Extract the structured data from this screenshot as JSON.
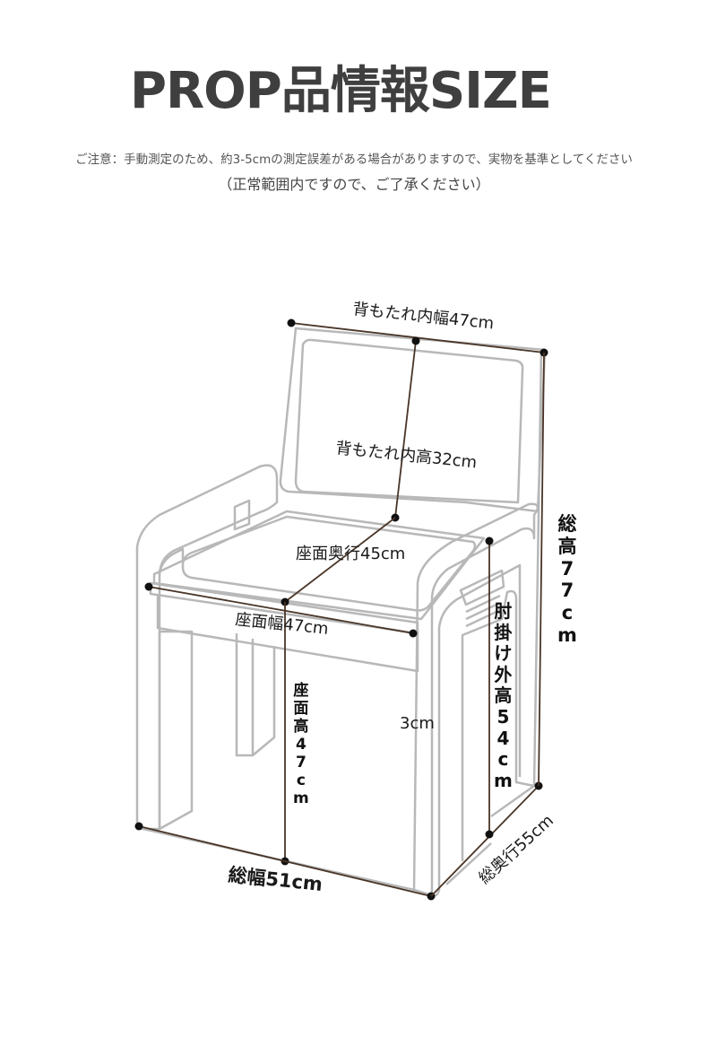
{
  "title": "PROP品情報SIZE",
  "note_line1": "ご注意：手動測定のため、約3-5cmの測定誤差がある場合がありますので、実物を基準としてください",
  "note_line2": "（正常範囲内ですので、ご了承ください）",
  "labels": {
    "backrest_inner_width": "背もたれ内幅47cm",
    "backrest_inner_height": "背もたれ内高32cm",
    "seat_depth": "座面奥行45cm",
    "seat_width": "座面幅47cm",
    "seat_height": "座面高47cm",
    "armrest_thickness": "3cm",
    "armrest_outer_height": "肘掛け外高54cm",
    "total_height": "総高77cm",
    "total_width": "総幅51cm",
    "total_depth": "総奥行55cm"
  },
  "colors": {
    "title": "#3f3f3f",
    "outline": "#b8b8b8",
    "measure_line": "#4a3527"
  }
}
